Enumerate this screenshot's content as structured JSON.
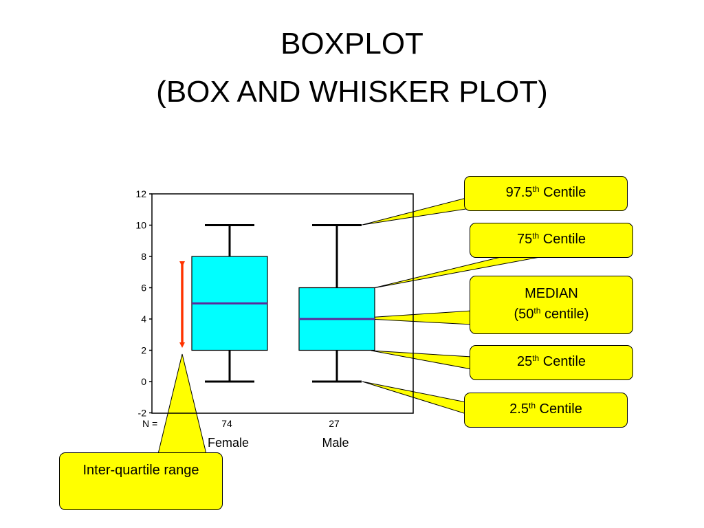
{
  "title": {
    "line1": "BOXPLOT",
    "line2": "(BOX AND WHISKER PLOT)"
  },
  "colors": {
    "box_fill": "#00ffff",
    "median_line": "#5b2c9a",
    "callout_fill": "#ffff00",
    "iqr_arrow": "#ff3300"
  },
  "chart_data": {
    "type": "boxplot",
    "title": "",
    "xlabel": "",
    "ylabel": "",
    "ylim": [
      -2,
      12
    ],
    "yticks": [
      -2,
      0,
      2,
      4,
      6,
      8,
      10,
      12
    ],
    "grid": false,
    "n_label": "N =",
    "categories": [
      "Female",
      "Male"
    ],
    "n": [
      "74",
      "27"
    ],
    "boxes": [
      {
        "category": "Female",
        "whisker_low": 0,
        "q1": 2,
        "median": 5,
        "q3": 8,
        "whisker_high": 10
      },
      {
        "category": "Male",
        "whisker_low": 0,
        "q1": 2,
        "median": 4,
        "q3": 6,
        "whisker_high": 10
      }
    ]
  },
  "callouts": {
    "c975": {
      "base": "97.5",
      "sup": "th",
      "rest": " Centile"
    },
    "c75": {
      "base": "75",
      "sup": "th",
      "rest": " Centile"
    },
    "median": {
      "line1": "MEDIAN",
      "pre": "(50",
      "sup": "th",
      "rest": " centile)"
    },
    "c25": {
      "base": "25",
      "sup": "th",
      "rest": " Centile"
    },
    "c25b": {
      "base": "2.5",
      "sup": "th",
      "rest": " Centile"
    },
    "iqr": {
      "text": "Inter-quartile range"
    }
  }
}
